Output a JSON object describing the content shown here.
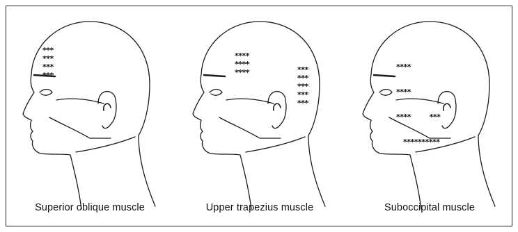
{
  "panels": [
    {
      "caption": "Superior oblique muscle",
      "star_groups": [
        {
          "rows": [
            "***",
            "***",
            "***",
            "***"
          ]
        }
      ]
    },
    {
      "caption": "Upper trapezius muscle",
      "star_groups": [
        {
          "rows": [
            "****",
            "****",
            "****"
          ]
        },
        {
          "rows": [
            "***",
            "***",
            "***",
            "***",
            "***"
          ]
        }
      ]
    },
    {
      "caption": "Suboccipital muscle",
      "star_groups": [
        {
          "rows": [
            "****",
            "****",
            "****        ***",
            "   **********"
          ]
        }
      ]
    }
  ],
  "line_color": "#1a1a1a"
}
